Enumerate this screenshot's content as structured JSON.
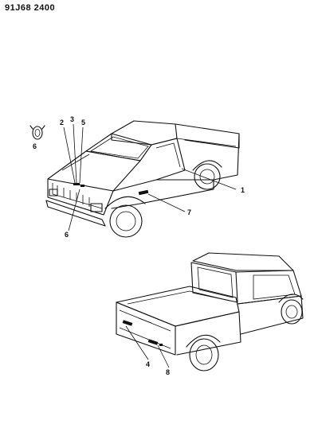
{
  "header": {
    "code": "91J68 2400"
  },
  "callouts": {
    "c1": "1",
    "c2": "2",
    "c3": "3",
    "c4": "4",
    "c5": "5",
    "c6a": "6",
    "c6b": "6",
    "c7": "7",
    "c8": "8"
  }
}
